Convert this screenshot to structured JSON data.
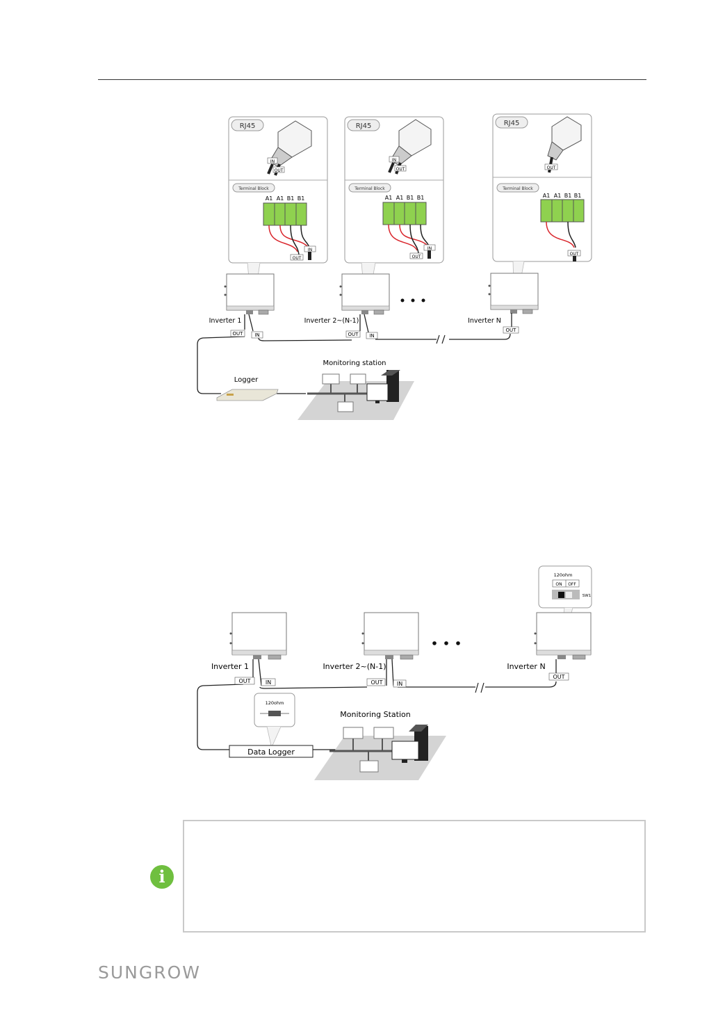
{
  "diagram1": {
    "panels": [
      {
        "rj45_label": "RJ45",
        "cable_in": "IN",
        "cable_out": "OUT",
        "terminal_label": "Terminal Block",
        "pins": [
          "A1",
          "A1",
          "B1",
          "B1"
        ],
        "wire_in": "IN",
        "wire_out": "OUT"
      },
      {
        "rj45_label": "RJ45",
        "cable_in": "IN",
        "cable_out": "OUT",
        "terminal_label": "Terminal Block",
        "pins": [
          "A1",
          "A1",
          "B1",
          "B1"
        ],
        "wire_in": "IN",
        "wire_out": "OUT"
      },
      {
        "rj45_label": "RJ45",
        "cable_out": "OUT",
        "terminal_label": "Terminal Block",
        "pins": [
          "A1",
          "A1",
          "B1",
          "B1"
        ],
        "wire_out": "OUT"
      }
    ],
    "inverters": [
      "Inverter 1",
      "Inverter 2~(N-1)",
      "Inverter N"
    ],
    "port_out": "OUT",
    "port_in": "IN",
    "logger": "Logger",
    "station": "Monitoring station"
  },
  "diagram2": {
    "inverters": [
      "Inverter 1",
      "Inverter 2~(N-1)",
      "Inverter N"
    ],
    "port_out": "OUT",
    "port_in": "IN",
    "switch_label": "120ohm",
    "switch_on": "ON",
    "switch_off": "OFF",
    "switch_id": "SW1",
    "resistor_label": "120ohm",
    "logger": "Data Logger",
    "station": "Monitoring Station"
  },
  "brand": "SUNGROW",
  "note_icon": "info-icon",
  "colors": {
    "terminal_green": "#8fd14f",
    "wire_red": "#d9262c",
    "note_green": "#6fbf3f"
  }
}
